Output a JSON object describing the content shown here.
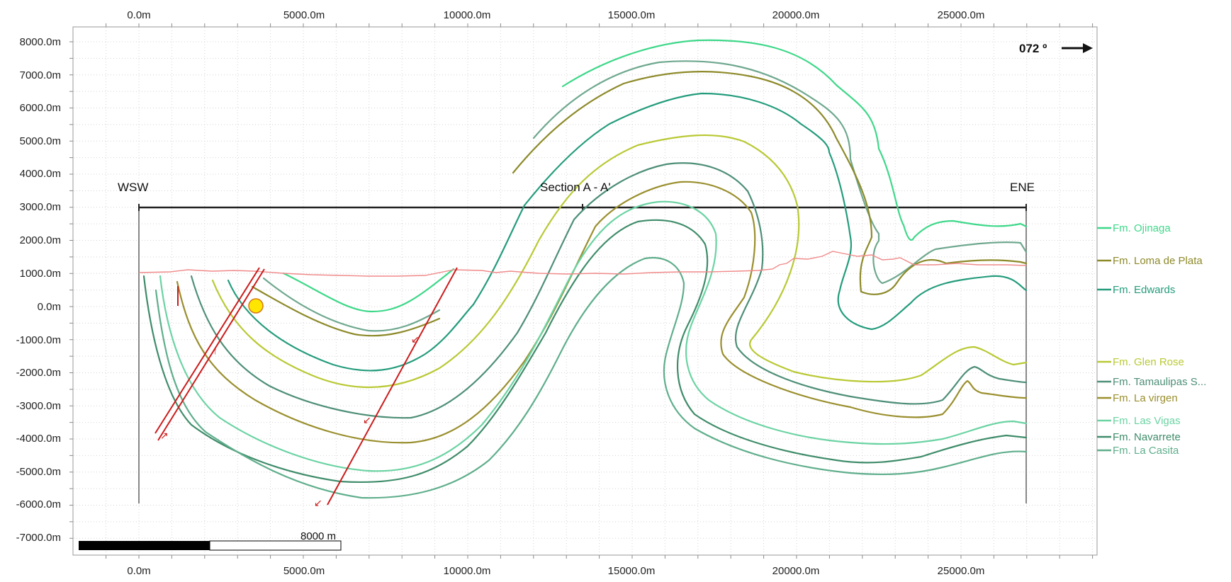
{
  "section": {
    "label_left": "WSW",
    "label_center": "Section A - A'",
    "label_right": "ENE",
    "azimuth": "072 º"
  },
  "axes": {
    "x_ticks": [
      "0.0m",
      "5000.0m",
      "10000.0m",
      "15000.0m",
      "20000.0m",
      "25000.0m"
    ],
    "x_values": [
      0,
      5000,
      10000,
      15000,
      20000,
      25000
    ],
    "y_ticks": [
      "8000.0m",
      "7000.0m",
      "6000.0m",
      "5000.0m",
      "4000.0m",
      "3000.0m",
      "2000.0m",
      "1000.0m",
      "0.0m",
      "-1000.0m",
      "-2000.0m",
      "-3000.0m",
      "-4000.0m",
      "-5000.0m",
      "-6000.0m",
      "-7000.0m"
    ],
    "y_values": [
      8000,
      7000,
      6000,
      5000,
      4000,
      3000,
      2000,
      1000,
      0,
      -1000,
      -2000,
      -3000,
      -4000,
      -5000,
      -6000,
      -7000
    ],
    "x_range": [
      -2000,
      29000
    ],
    "y_range": [
      -7700,
      8600
    ]
  },
  "scale_bar": {
    "label": "8000 m",
    "length": 8000
  },
  "legend": [
    {
      "label": "Fm. Ojinaga",
      "color": "#3fd88a"
    },
    {
      "label": "Fm. Loma de Plata",
      "color": "#8d8a2a"
    },
    {
      "label": "Fm. Edwards",
      "color": "#249c7c"
    },
    {
      "label": "Fm. Glen Rose",
      "color": "#b9c934"
    },
    {
      "label": "Fm. Tamaulipas S...",
      "color": "#4e8f77"
    },
    {
      "label": "Fm. La virgen",
      "color": "#9a8f2e"
    },
    {
      "label": "Fm. Las Vigas",
      "color": "#6bd3a3"
    },
    {
      "label": "Fm. Navarrete",
      "color": "#3f8c6a"
    },
    {
      "label": "Fm. La Casita",
      "color": "#5fae8c"
    }
  ],
  "colors": {
    "topography": "#f08a8a",
    "fault": "#cc1b1b",
    "section_line": "#222222",
    "marker": "#ffe600"
  }
}
